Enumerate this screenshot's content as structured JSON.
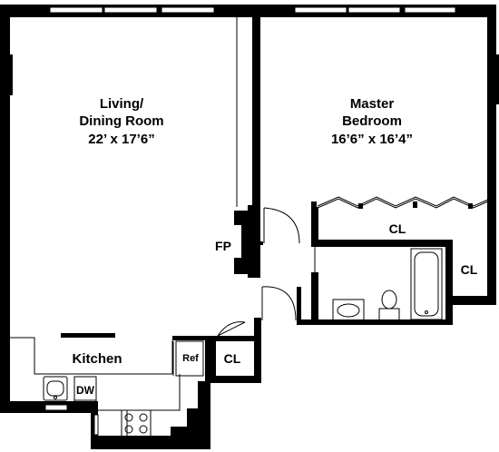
{
  "rooms": {
    "living_dining": {
      "name_line1": "Living/",
      "name_line2": "Dining Room",
      "dimensions": "22’ x 17’6”"
    },
    "master_bedroom": {
      "name_line1": "Master",
      "name_line2": "Bedroom",
      "dimensions": "16’6” x 16’4”"
    },
    "kitchen": {
      "name": "Kitchen"
    },
    "closet_bedroom_top": {
      "name": "CL"
    },
    "closet_bedroom_right": {
      "name": "CL"
    },
    "closet_hall": {
      "name": "CL"
    }
  },
  "fixtures": {
    "fireplace": "FP",
    "refrigerator": "Ref",
    "dishwasher": "DW"
  }
}
